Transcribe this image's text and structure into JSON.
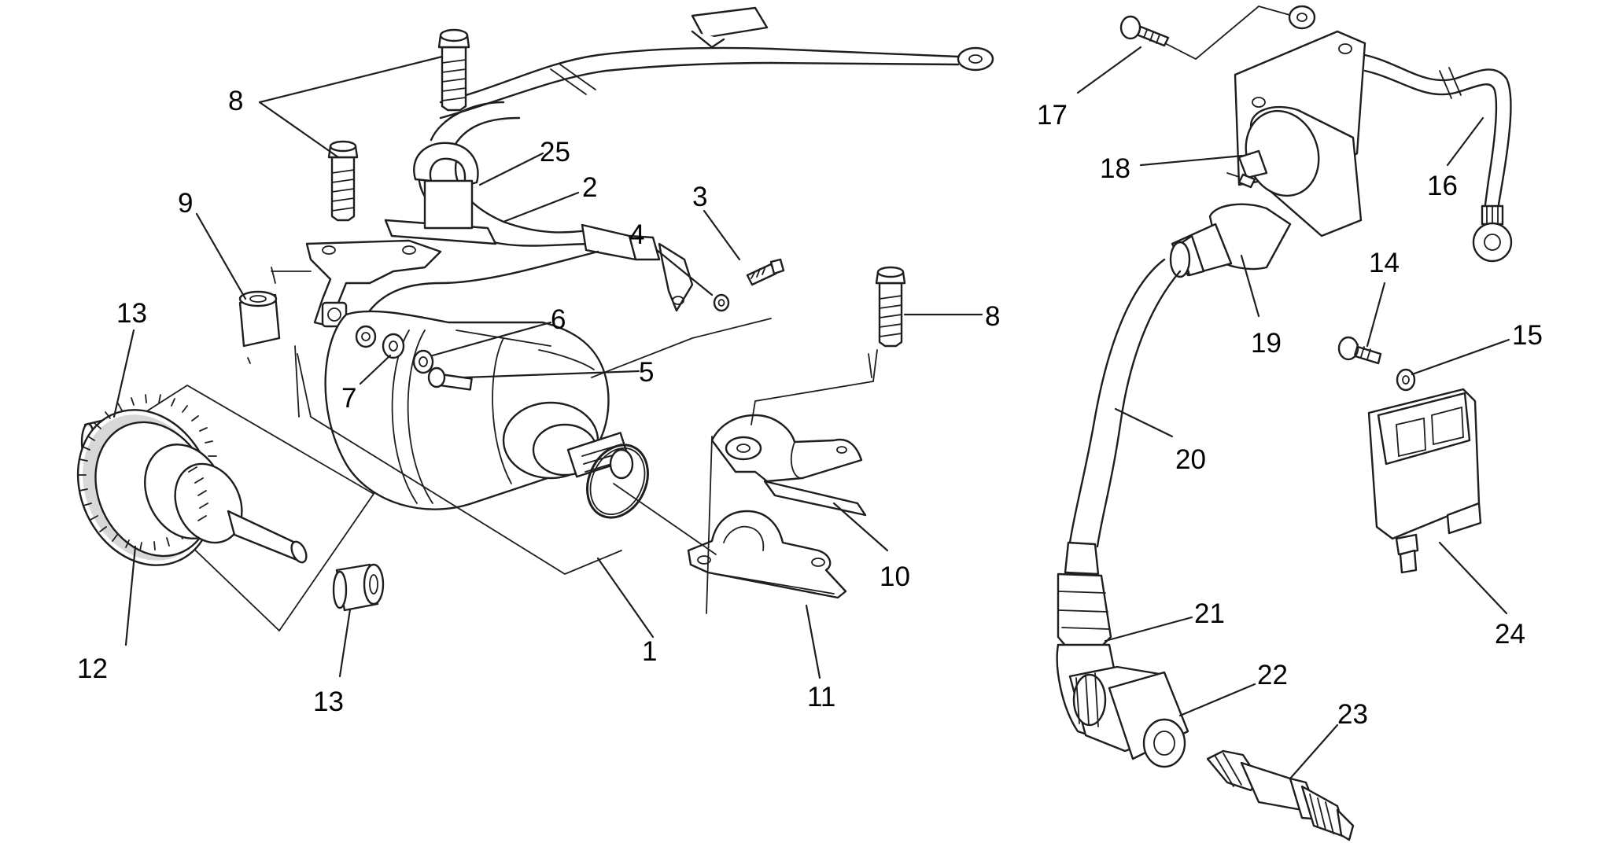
{
  "diagram": {
    "labels": {
      "l1": "1",
      "l2": "2",
      "l3": "3",
      "l4": "4",
      "l5": "5",
      "l6": "6",
      "l7": "7",
      "l8a": "8",
      "l8b": "8",
      "l9": "9",
      "l10": "10",
      "l11": "11",
      "l12": "12",
      "l13a": "13",
      "l13b": "13",
      "l14": "14",
      "l15": "15",
      "l16": "16",
      "l17": "17",
      "l18": "18",
      "l19": "19",
      "l20": "20",
      "l21": "21",
      "l22": "22",
      "l23": "23",
      "l24": "24",
      "l25": "25"
    },
    "parts": [
      "starter-motor",
      "positive-cable",
      "screw",
      "washer",
      "screw",
      "washer",
      "washer",
      "bolt",
      "spacer",
      "bracket",
      "bracket",
      "starter-gear",
      "bushing",
      "screw",
      "washer",
      "cable",
      "screw",
      "ignition-coil",
      "coil-cap",
      "hv-cable",
      "spark-plug-cap",
      "boot",
      "spark-plug",
      "cdi-unit",
      "clamp"
    ]
  }
}
